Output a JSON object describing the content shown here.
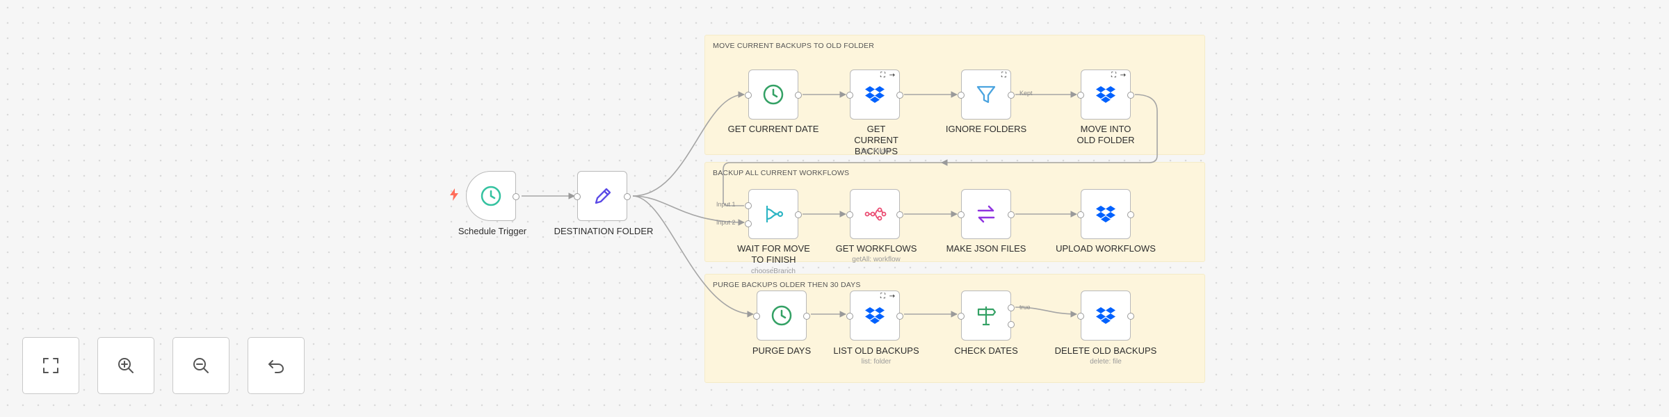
{
  "canvas": {
    "sticky_notes": [
      {
        "id": "move",
        "title": "MOVE CURRENT BACKUPS TO OLD FOLDER"
      },
      {
        "id": "backup",
        "title": "BACKUP ALL CURRENT WORKFLOWS"
      },
      {
        "id": "purge",
        "title": "PURGE BACKUPS OLDER THEN 30 DAYS"
      }
    ],
    "nodes": {
      "schedule_trigger": {
        "label": "Schedule Trigger",
        "icon": "clock-icon"
      },
      "destination_folder": {
        "label": "DESTINATION FOLDER",
        "icon": "pencil-icon"
      },
      "get_current_date": {
        "label": "GET CURRENT DATE",
        "icon": "clock-icon"
      },
      "get_current_backups": {
        "label": "GET CURRENT BACKUPS",
        "sublabel": "list: folder",
        "icon": "dropbox-icon"
      },
      "ignore_folders": {
        "label": "IGNORE FOLDERS",
        "icon": "filter-icon"
      },
      "move_into_old_folder": {
        "label": "MOVE INTO OLD FOLDER",
        "icon": "dropbox-icon"
      },
      "wait_for_move": {
        "label": "WAIT FOR MOVE TO FINISH",
        "sublabel": "chooseBranch",
        "icon": "merge-icon"
      },
      "get_workflows": {
        "label": "GET WORKFLOWS",
        "sublabel": "getAll: workflow",
        "icon": "n8n-icon"
      },
      "make_json_files": {
        "label": "MAKE JSON FILES",
        "icon": "convert-icon"
      },
      "upload_workflows": {
        "label": "UPLOAD WORKFLOWS",
        "icon": "dropbox-icon"
      },
      "purge_days": {
        "label": "PURGE DAYS",
        "icon": "clock-icon"
      },
      "list_old_backups": {
        "label": "LIST OLD BACKUPS",
        "sublabel": "list: folder",
        "icon": "dropbox-icon"
      },
      "check_dates": {
        "label": "CHECK DATES",
        "icon": "signpost-icon"
      },
      "delete_old_backups": {
        "label": "DELETE OLD BACKUPS",
        "sublabel": "delete: file",
        "icon": "dropbox-icon"
      }
    },
    "edge_labels": {
      "kept": "Kept",
      "true": "true",
      "input1": "Input 1",
      "input2": "Input 2"
    },
    "badges": {
      "load_more": "⛶",
      "arrow_out": "⇥"
    }
  },
  "controls": [
    {
      "name": "fit-view-button",
      "icon": "fit-view-icon"
    },
    {
      "name": "zoom-in-button",
      "icon": "zoom-in-icon"
    },
    {
      "name": "zoom-out-button",
      "icon": "zoom-out-icon"
    },
    {
      "name": "undo-button",
      "icon": "undo-icon"
    }
  ],
  "colors": {
    "sticky_bg": "#fdf5dc",
    "dropbox_blue": "#0061fe",
    "clock_green": "#34a165",
    "pencil_purple": "#5b4ae6",
    "filter_blue": "#4aa3df",
    "merge_teal": "#2eb5c4",
    "n8n_pink": "#ea4b71",
    "convert_purple": "#8f34e0",
    "trigger_bolt": "#ff6d5a"
  }
}
